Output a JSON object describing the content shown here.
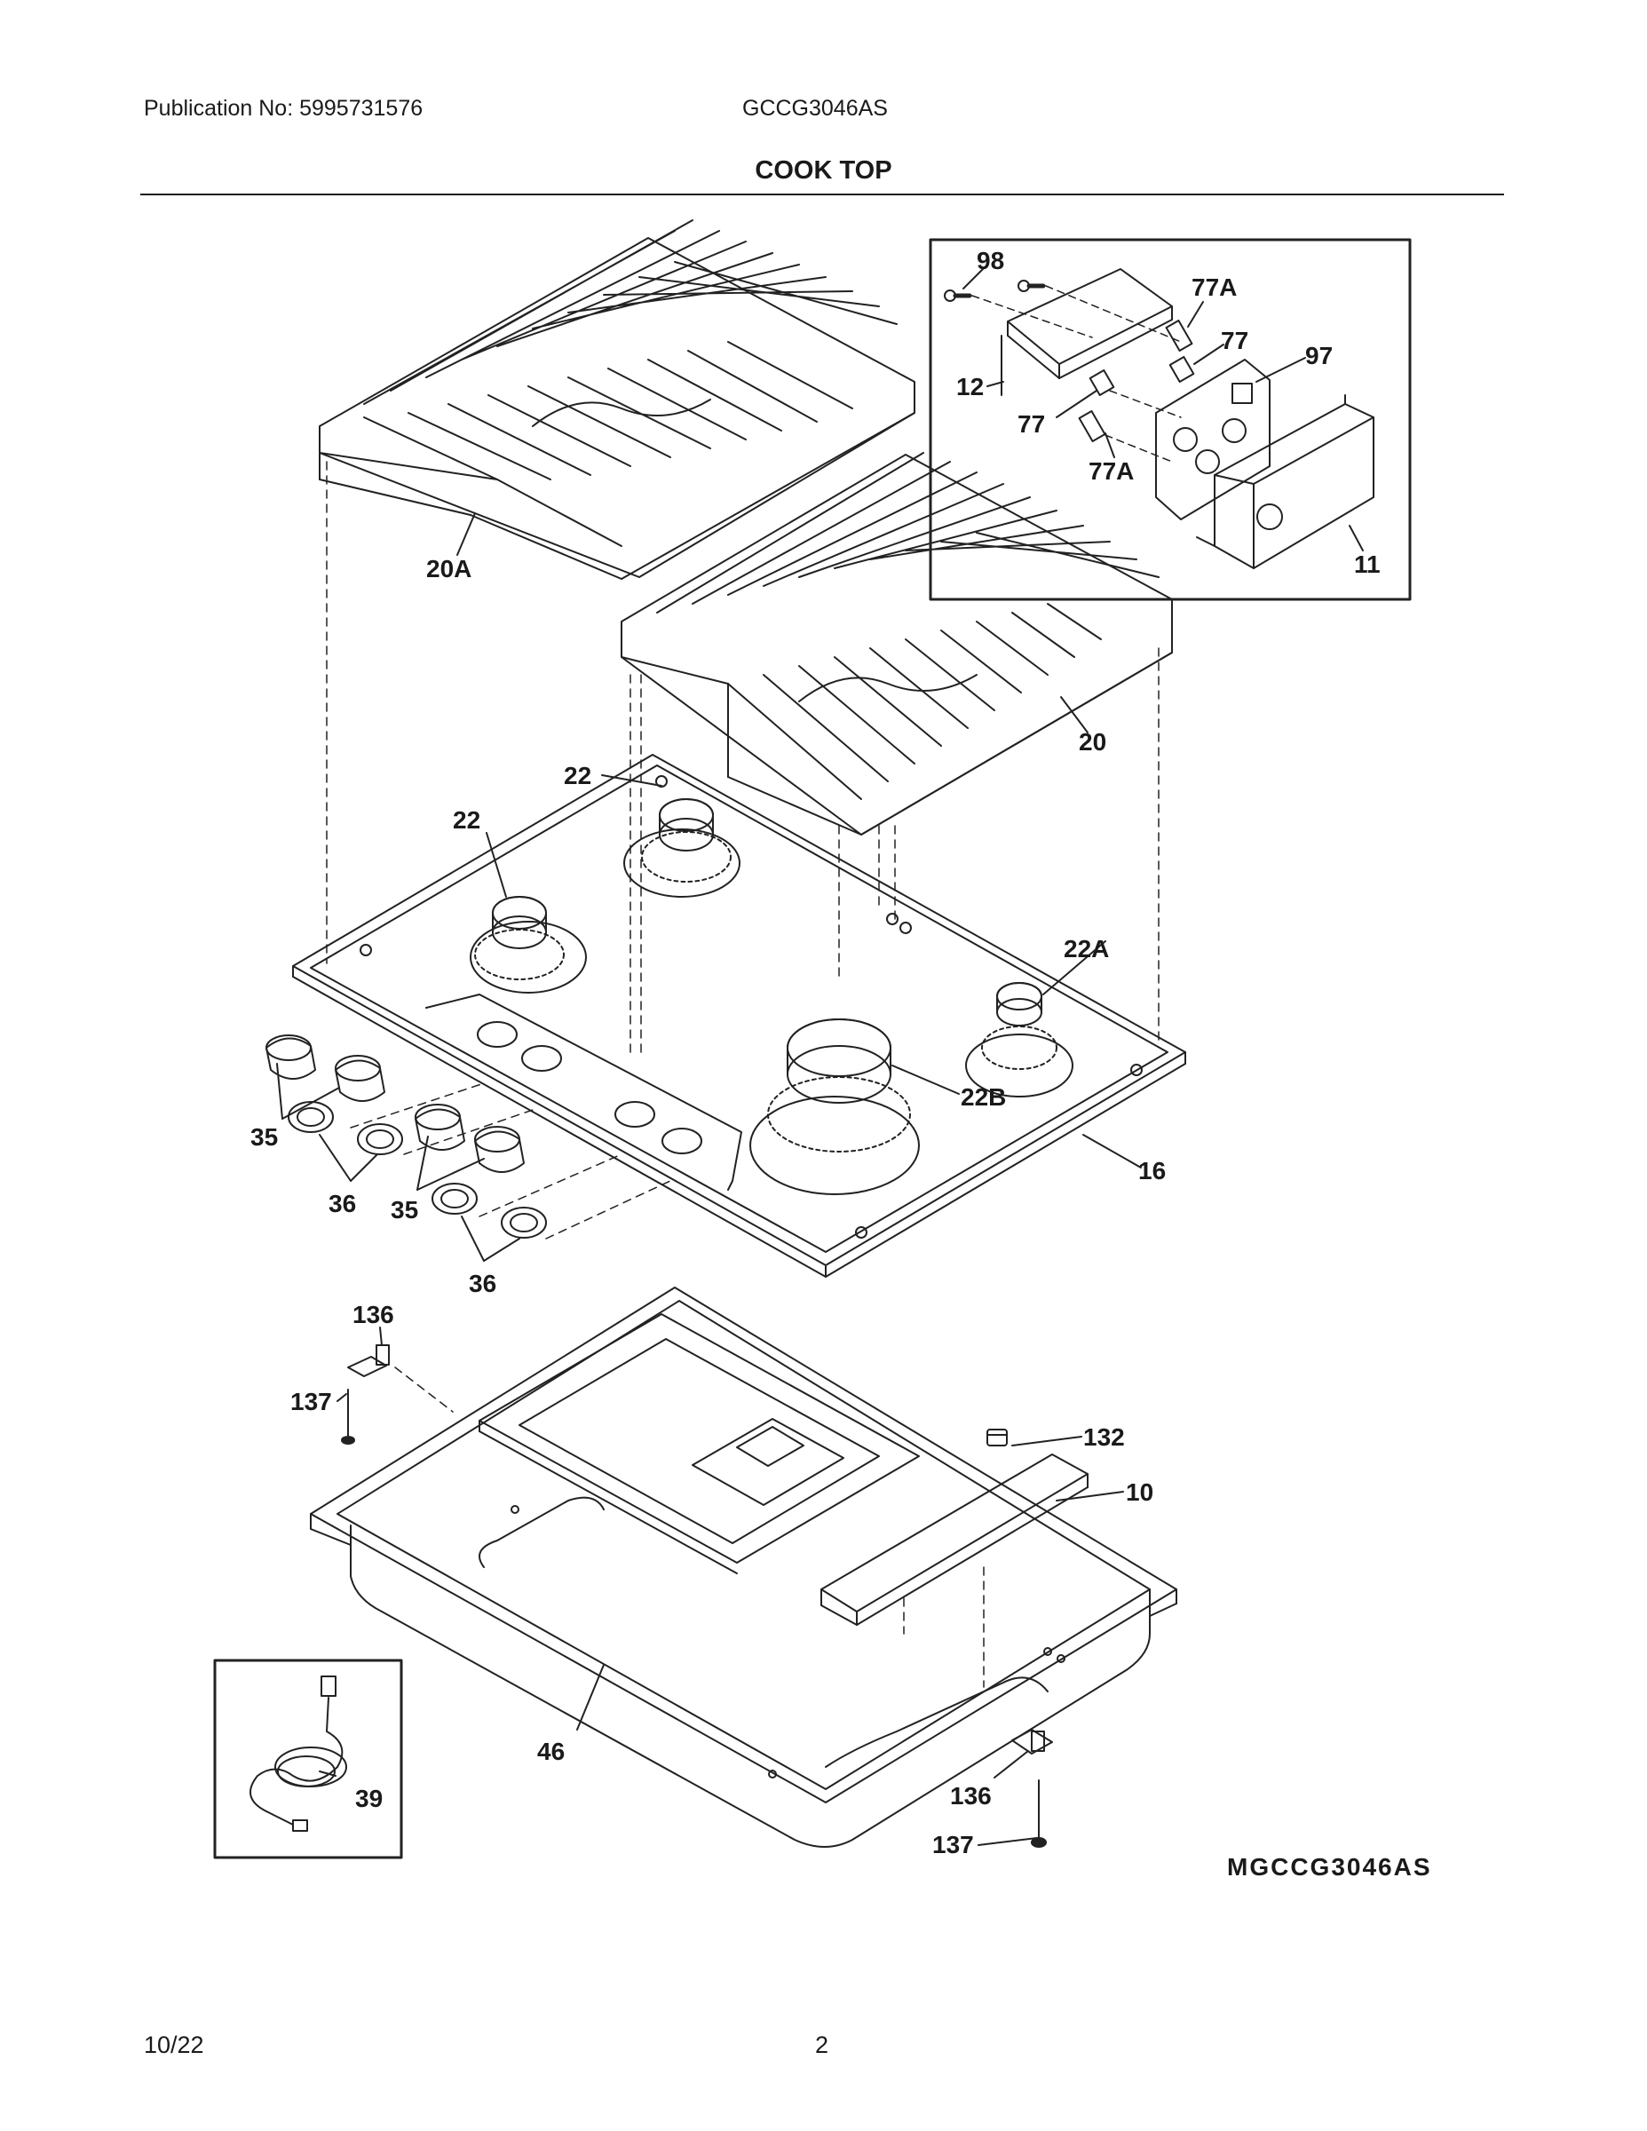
{
  "header": {
    "publication": "Publication No: 5995731576",
    "model": "GCCG3046AS",
    "title": "COOK TOP"
  },
  "diagram": {
    "drawing_code": "MGCCG3046AS",
    "callouts": {
      "p98": "98",
      "p77a_top": "77A",
      "p77_top": "77",
      "p97": "97",
      "p12": "12",
      "p77_mid": "77",
      "p77a_bot": "77A",
      "p11": "11",
      "p20a": "20A",
      "p20": "20",
      "p22_top": "22",
      "p22_left": "22",
      "p22a": "22A",
      "p22b": "22B",
      "p16": "16",
      "p35_left": "35",
      "p36_left": "36",
      "p35_mid": "35",
      "p36_bot": "36",
      "p136_top": "136",
      "p137_top": "137",
      "p132": "132",
      "p10": "10",
      "p46": "46",
      "p39": "39",
      "p136_bot": "136",
      "p137_bot": "137"
    }
  },
  "footer": {
    "date": "10/22",
    "page": "2"
  }
}
